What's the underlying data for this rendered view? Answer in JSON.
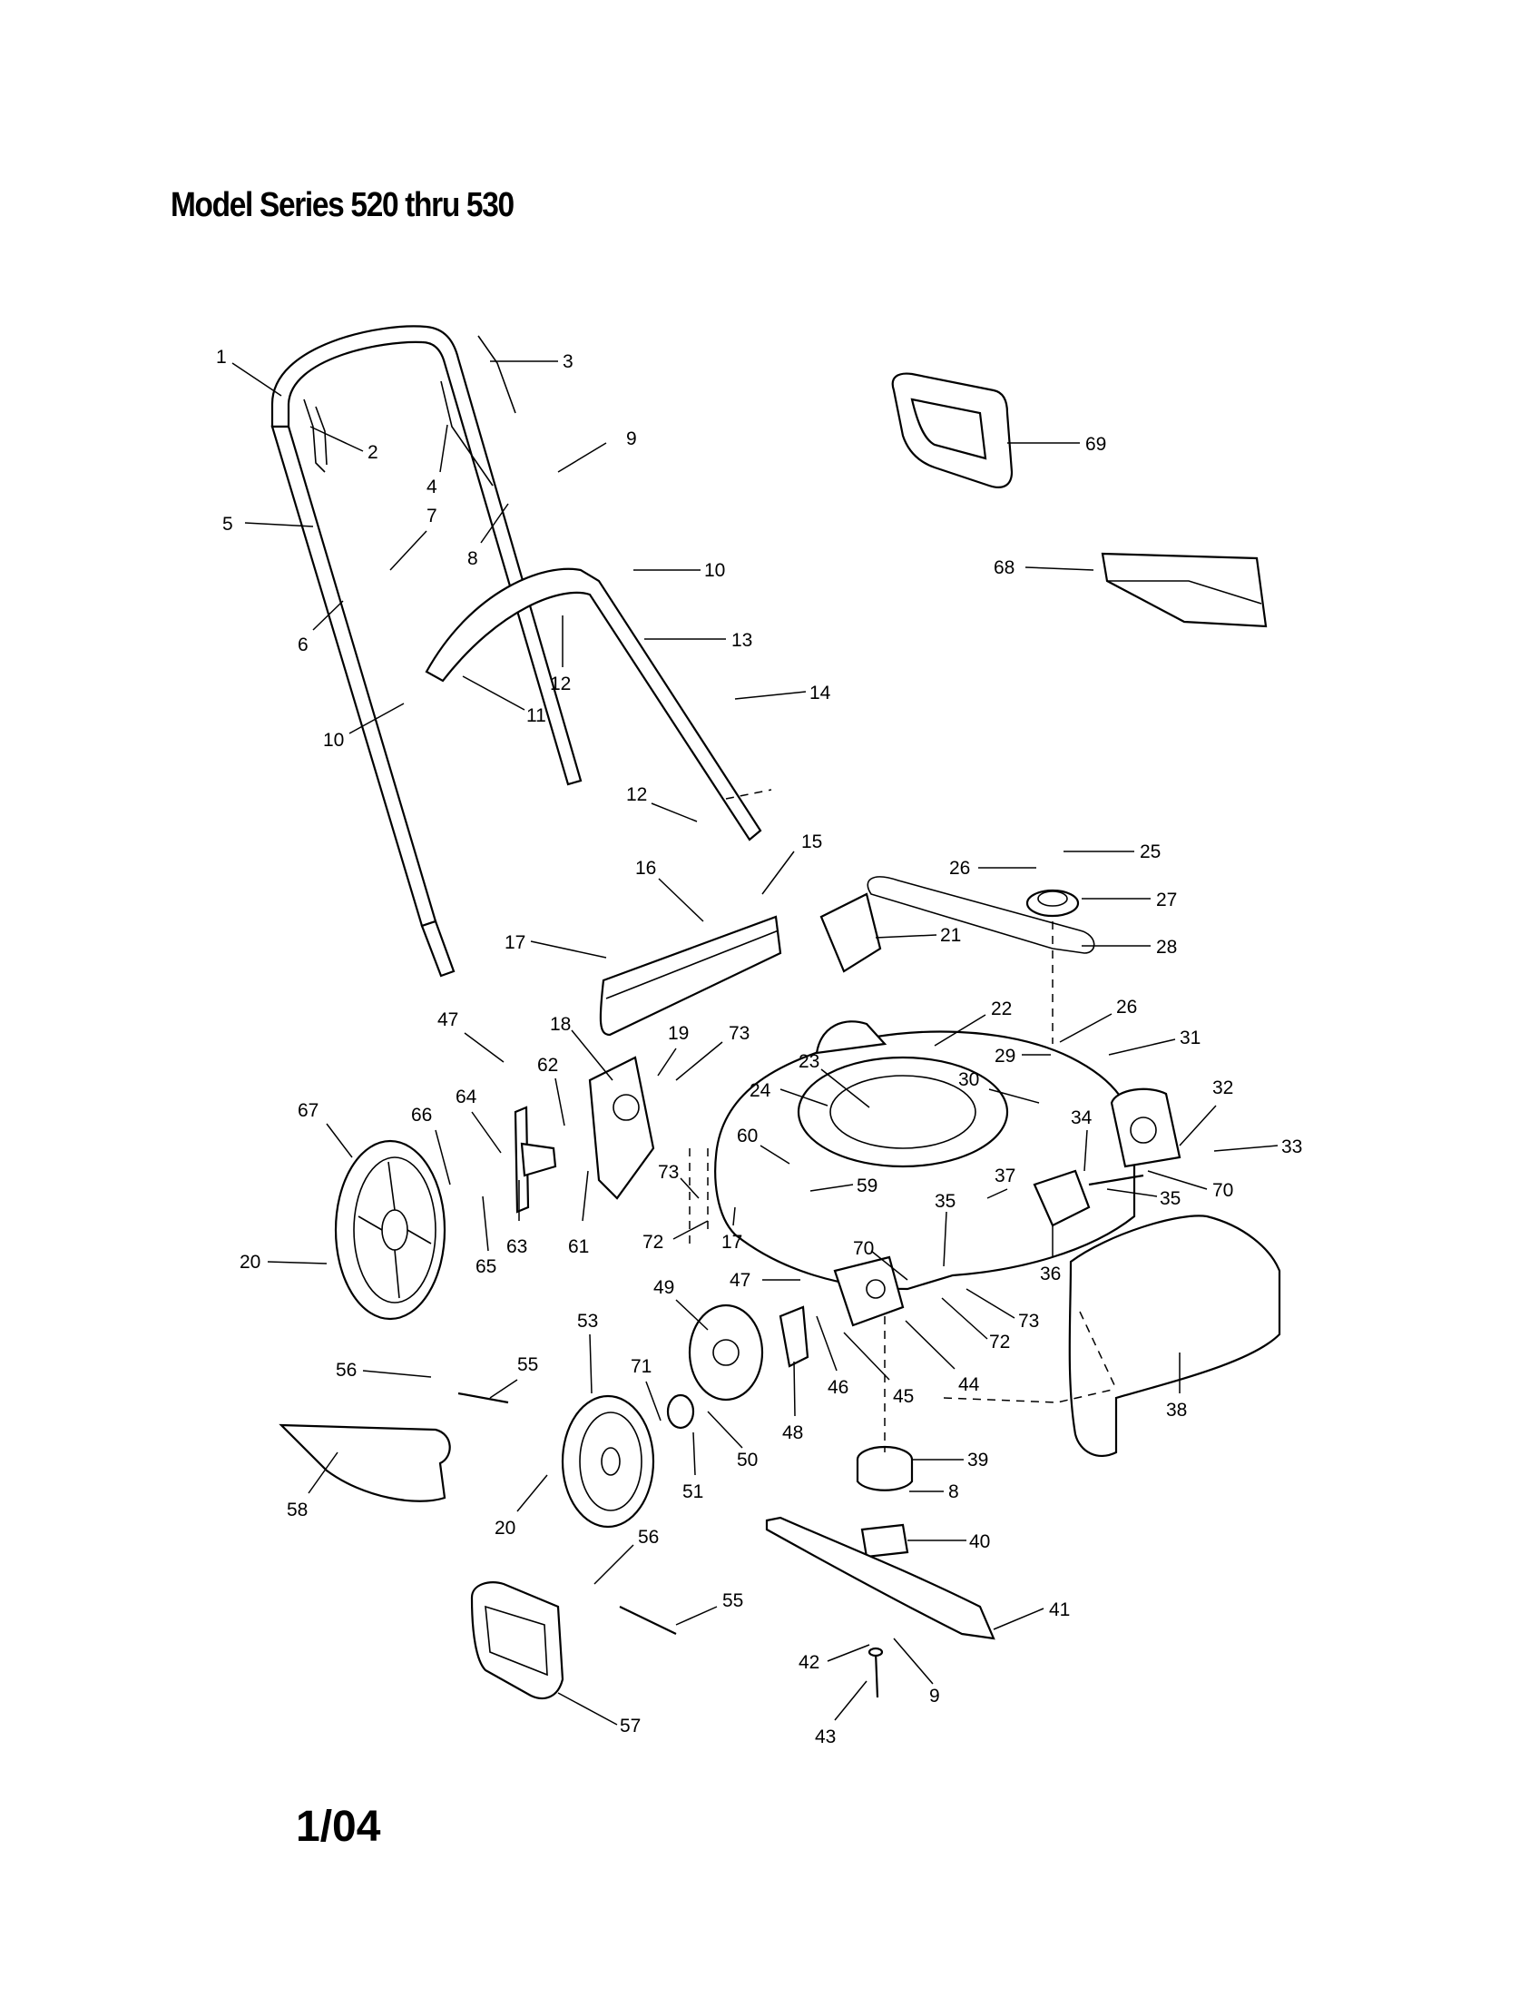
{
  "header": {
    "title": "Model Series 520 thru 530"
  },
  "footer": {
    "date": "1/04"
  },
  "callouts": [
    {
      "label": "1"
    },
    {
      "label": "2"
    },
    {
      "label": "3"
    },
    {
      "label": "4"
    },
    {
      "label": "5"
    },
    {
      "label": "6"
    },
    {
      "label": "7"
    },
    {
      "label": "8"
    },
    {
      "label": "9"
    },
    {
      "label": "10"
    },
    {
      "label": "10"
    },
    {
      "label": "11"
    },
    {
      "label": "12"
    },
    {
      "label": "12"
    },
    {
      "label": "13"
    },
    {
      "label": "14"
    },
    {
      "label": "15"
    },
    {
      "label": "16"
    },
    {
      "label": "17"
    },
    {
      "label": "18"
    },
    {
      "label": "19"
    },
    {
      "label": "73"
    },
    {
      "label": "47"
    },
    {
      "label": "62"
    },
    {
      "label": "64"
    },
    {
      "label": "66"
    },
    {
      "label": "67"
    },
    {
      "label": "20"
    },
    {
      "label": "65"
    },
    {
      "label": "63"
    },
    {
      "label": "61"
    },
    {
      "label": "73"
    },
    {
      "label": "72"
    },
    {
      "label": "17"
    },
    {
      "label": "60"
    },
    {
      "label": "59"
    },
    {
      "label": "23"
    },
    {
      "label": "24"
    },
    {
      "label": "21"
    },
    {
      "label": "22"
    },
    {
      "label": "26"
    },
    {
      "label": "25"
    },
    {
      "label": "27"
    },
    {
      "label": "28"
    },
    {
      "label": "26"
    },
    {
      "label": "29"
    },
    {
      "label": "31"
    },
    {
      "label": "30"
    },
    {
      "label": "32"
    },
    {
      "label": "34"
    },
    {
      "label": "33"
    },
    {
      "label": "35"
    },
    {
      "label": "35"
    },
    {
      "label": "37"
    },
    {
      "label": "70"
    },
    {
      "label": "70"
    },
    {
      "label": "36"
    },
    {
      "label": "47"
    },
    {
      "label": "49"
    },
    {
      "label": "53"
    },
    {
      "label": "56"
    },
    {
      "label": "55"
    },
    {
      "label": "71"
    },
    {
      "label": "58"
    },
    {
      "label": "20"
    },
    {
      "label": "51"
    },
    {
      "label": "50"
    },
    {
      "label": "48"
    },
    {
      "label": "46"
    },
    {
      "label": "45"
    },
    {
      "label": "44"
    },
    {
      "label": "72"
    },
    {
      "label": "73"
    },
    {
      "label": "38"
    },
    {
      "label": "39"
    },
    {
      "label": "8"
    },
    {
      "label": "40"
    },
    {
      "label": "41"
    },
    {
      "label": "42"
    },
    {
      "label": "9"
    },
    {
      "label": "43"
    },
    {
      "label": "56"
    },
    {
      "label": "55"
    },
    {
      "label": "57"
    },
    {
      "label": "69"
    },
    {
      "label": "68"
    }
  ]
}
